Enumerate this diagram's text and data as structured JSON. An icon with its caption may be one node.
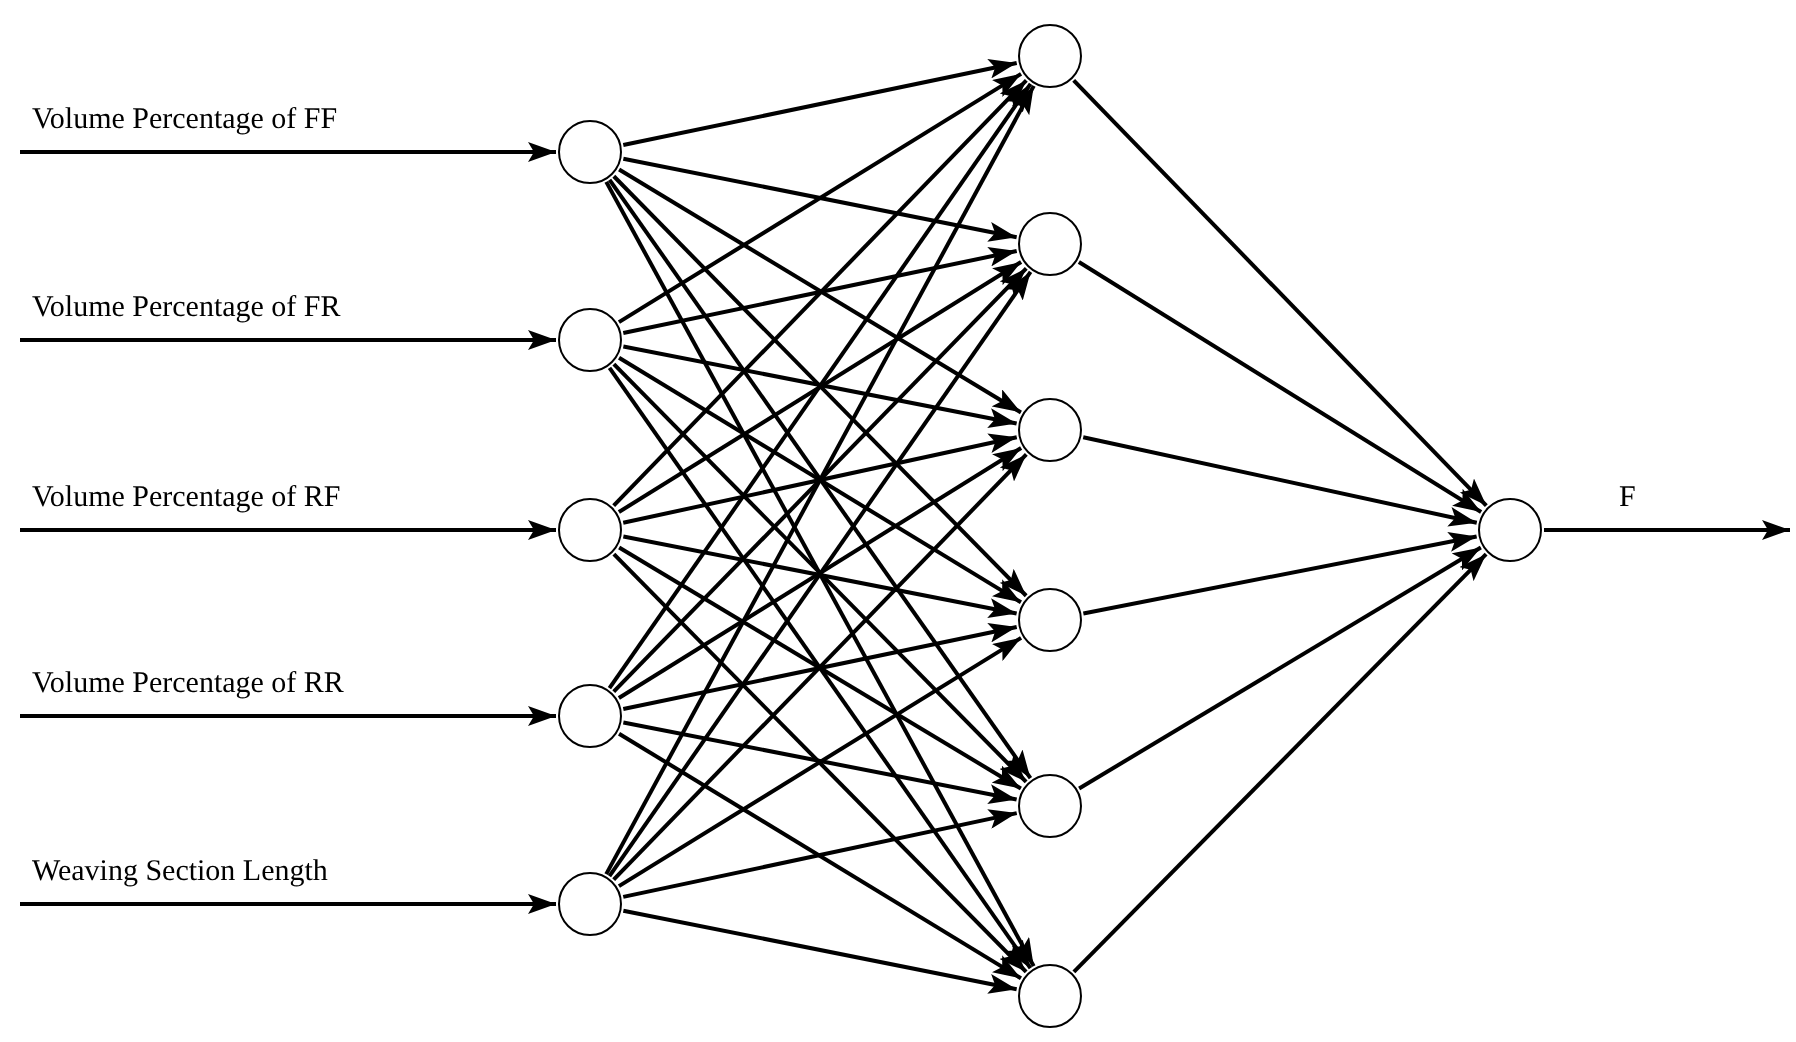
{
  "diagram": {
    "nodes": [
      {
        "text": [],
        "shape": "circle"
      },
      {
        "text": [],
        "shape": "circle"
      },
      {
        "text": [],
        "shape": "circle"
      },
      {
        "text": [],
        "shape": "circle"
      },
      {
        "text": [],
        "shape": "circle"
      },
      {
        "text": [],
        "shape": "circle"
      },
      {
        "text": [],
        "shape": "circle"
      },
      {
        "text": [],
        "shape": "circle"
      },
      {
        "text": [],
        "shape": "circle"
      },
      {
        "text": [],
        "shape": "circle"
      },
      {
        "text": [],
        "shape": "circle"
      },
      {
        "text": [],
        "shape": "circle"
      }
    ],
    "edges": [
      {
        "from": null,
        "to": 0,
        "arrow": "to",
        "label": "Volume Percentage of FF"
      },
      {
        "from": null,
        "to": 1,
        "arrow": "to",
        "label": "Volume Percentage of FR"
      },
      {
        "from": null,
        "to": 2,
        "arrow": "to",
        "label": "Volume Percentage of RF"
      },
      {
        "from": null,
        "to": 3,
        "arrow": "to",
        "label": "Volume Percentage of RR"
      },
      {
        "from": null,
        "to": 4,
        "arrow": "to",
        "label": "Weaving Section Length"
      },
      {
        "from": 0,
        "to": 5,
        "arrow": "to"
      },
      {
        "from": 0,
        "to": 6,
        "arrow": "to"
      },
      {
        "from": 0,
        "to": 7,
        "arrow": "to"
      },
      {
        "from": 0,
        "to": 8,
        "arrow": "to"
      },
      {
        "from": 0,
        "to": 9,
        "arrow": "to"
      },
      {
        "from": 0,
        "to": 10,
        "arrow": "to"
      },
      {
        "from": 1,
        "to": 5,
        "arrow": "to"
      },
      {
        "from": 1,
        "to": 6,
        "arrow": "to"
      },
      {
        "from": 1,
        "to": 7,
        "arrow": "to"
      },
      {
        "from": 1,
        "to": 8,
        "arrow": "to"
      },
      {
        "from": 1,
        "to": 9,
        "arrow": "to"
      },
      {
        "from": 1,
        "to": 10,
        "arrow": "to"
      },
      {
        "from": 2,
        "to": 5,
        "arrow": "to"
      },
      {
        "from": 2,
        "to": 6,
        "arrow": "to"
      },
      {
        "from": 2,
        "to": 7,
        "arrow": "to"
      },
      {
        "from": 2,
        "to": 8,
        "arrow": "to"
      },
      {
        "from": 2,
        "to": 9,
        "arrow": "to"
      },
      {
        "from": 2,
        "to": 10,
        "arrow": "to"
      },
      {
        "from": 3,
        "to": 5,
        "arrow": "to"
      },
      {
        "from": 3,
        "to": 6,
        "arrow": "to"
      },
      {
        "from": 3,
        "to": 7,
        "arrow": "to"
      },
      {
        "from": 3,
        "to": 8,
        "arrow": "to"
      },
      {
        "from": 3,
        "to": 9,
        "arrow": "to"
      },
      {
        "from": 3,
        "to": 10,
        "arrow": "to"
      },
      {
        "from": 4,
        "to": 5,
        "arrow": "to"
      },
      {
        "from": 4,
        "to": 6,
        "arrow": "to"
      },
      {
        "from": 4,
        "to": 7,
        "arrow": "to"
      },
      {
        "from": 4,
        "to": 8,
        "arrow": "to"
      },
      {
        "from": 4,
        "to": 9,
        "arrow": "to"
      },
      {
        "from": 4,
        "to": 10,
        "arrow": "to"
      },
      {
        "from": 5,
        "to": 11,
        "arrow": "to"
      },
      {
        "from": 6,
        "to": 11,
        "arrow": "to"
      },
      {
        "from": 7,
        "to": 11,
        "arrow": "to"
      },
      {
        "from": 8,
        "to": 11,
        "arrow": "to"
      },
      {
        "from": 9,
        "to": 11,
        "arrow": "to"
      },
      {
        "from": 10,
        "to": 11,
        "arrow": "to"
      },
      {
        "from": 11,
        "to": null,
        "arrow": "to",
        "label": "F"
      }
    ]
  }
}
